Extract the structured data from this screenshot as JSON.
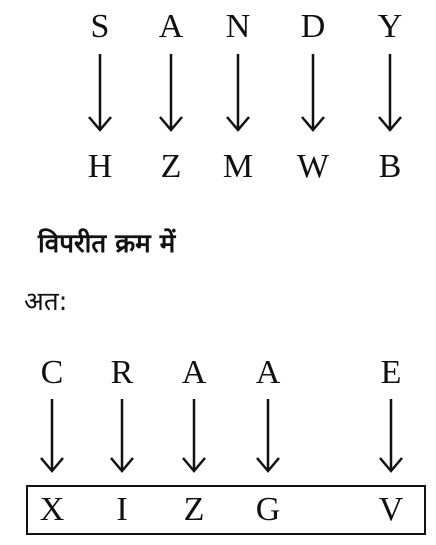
{
  "example": {
    "top": [
      "S",
      "A",
      "N",
      "D",
      "Y"
    ],
    "bottom": [
      "H",
      "Z",
      "M",
      "W",
      "B"
    ]
  },
  "heading": "विपरीत क्रम में",
  "therefore": "अत:",
  "question": {
    "top": [
      "C",
      "R",
      "A",
      "A",
      "E"
    ],
    "bottom": [
      "X",
      "I",
      "Z",
      "G",
      "V"
    ]
  },
  "icons": {
    "arrow": "down-arrow-icon"
  }
}
